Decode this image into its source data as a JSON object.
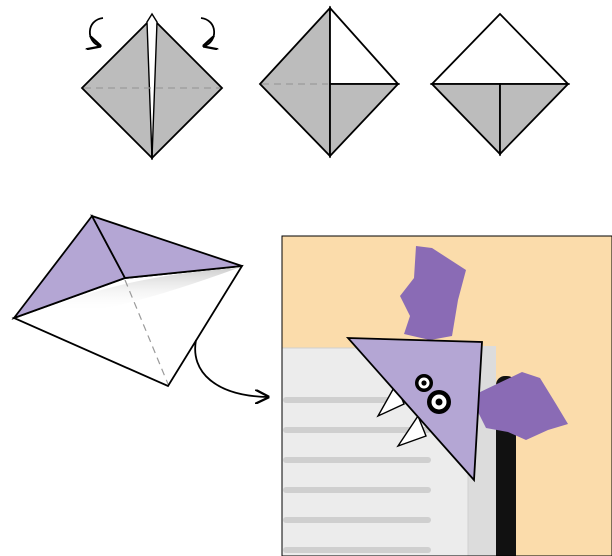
{
  "diagram": {
    "colors": {
      "paper_gray": "#bcbcbc",
      "paper_white": "#ffffff",
      "outline": "#000000",
      "guide_dash": "#9a9a9a",
      "bat_purple": "#b4a6d4",
      "wing_purple": "#8a6bb5",
      "background_peach": "#fbdcab",
      "page_gray": "#ececec",
      "text_line_gray": "#cfcfcf",
      "ribbon_black": "#111111"
    },
    "steps": [
      {
        "id": "step-1",
        "arrows": [
          "rotate-left",
          "rotate-right"
        ]
      },
      {
        "id": "step-2",
        "arrows": []
      },
      {
        "id": "step-3",
        "arrows": []
      }
    ],
    "result": {
      "icons": [
        "bat-head-icon",
        "bat-wing-icon",
        "bat-fang-icon",
        "bat-eye-icon",
        "bookmark-ribbon-icon"
      ],
      "text_line_count": 6
    }
  }
}
